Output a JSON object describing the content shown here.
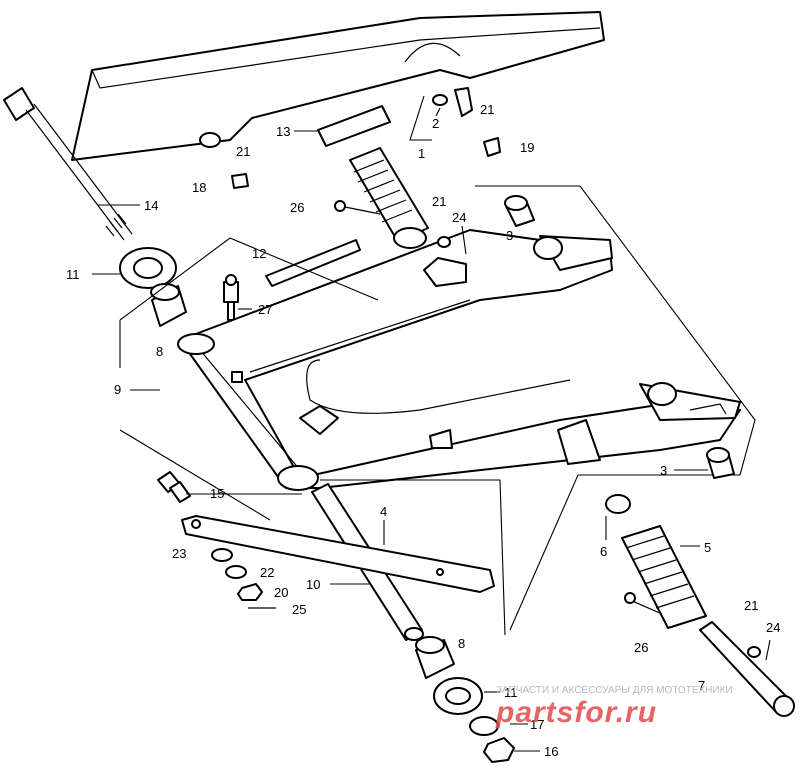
{
  "diagram": {
    "callouts": [
      "1",
      "2",
      "3",
      "3",
      "4",
      "5",
      "6",
      "7",
      "8",
      "8",
      "9",
      "10",
      "11",
      "11",
      "12",
      "13",
      "14",
      "15",
      "16",
      "17",
      "18",
      "19",
      "20",
      "21",
      "21",
      "21",
      "21",
      "22",
      "23",
      "24",
      "24",
      "25",
      "26",
      "26",
      "27"
    ]
  },
  "watermark": {
    "caption": "ЗАПЧАСТИ И АКСЕССУАРЫ ДЛЯ МОТОТЕХНИКИ",
    "logo": "partsfor.ru"
  }
}
